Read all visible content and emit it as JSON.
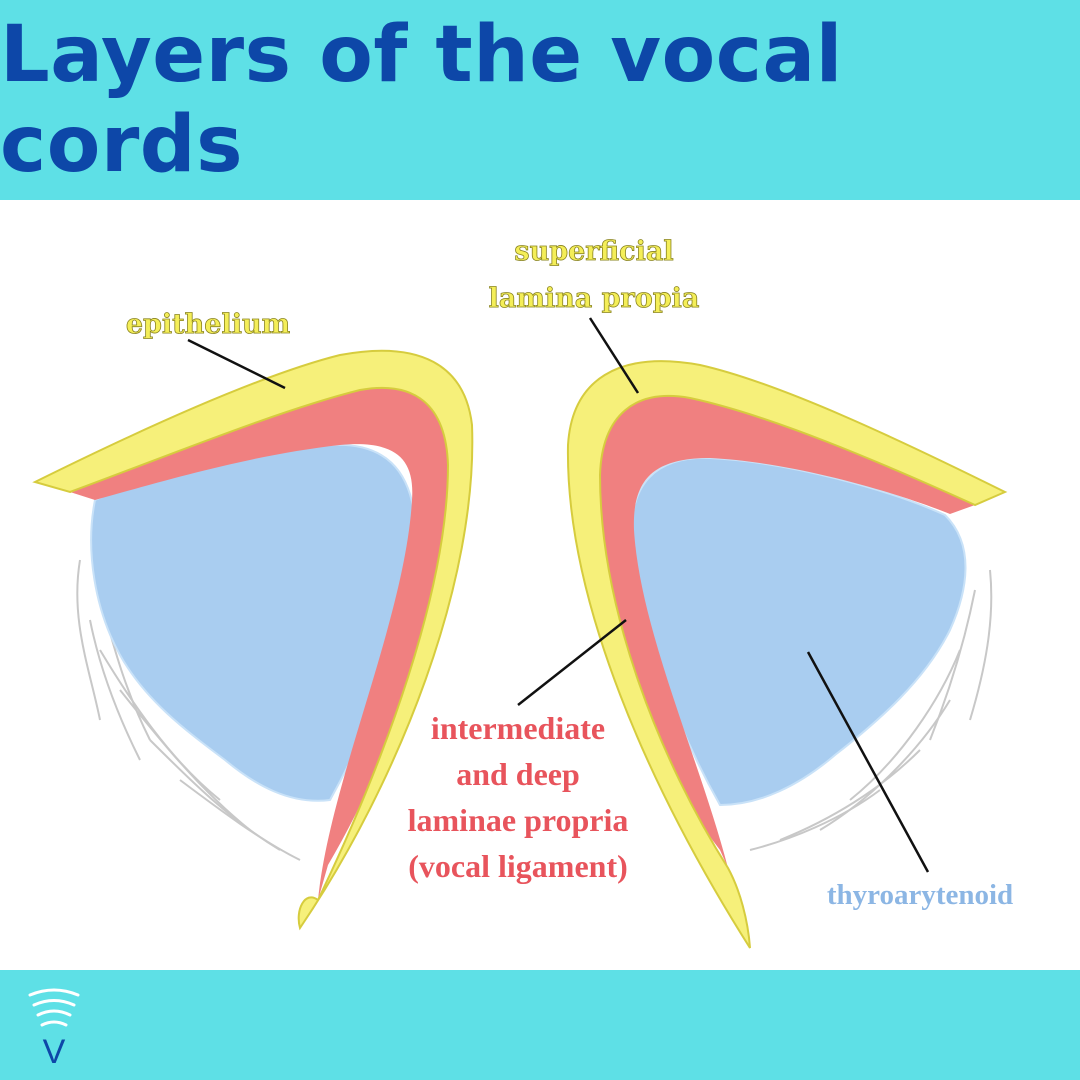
{
  "header": {
    "title": "Layers of the vocal cords"
  },
  "diagram": {
    "labels": {
      "epithelium": "epithelium",
      "superficial": [
        "superficial",
        "lamina propia"
      ],
      "intermediate": [
        "intermediate",
        "and deep",
        "laminae propria",
        "(vocal ligament)"
      ],
      "thyroarytenoid": "thyroarytenoid"
    }
  },
  "footer": {
    "logo_letter": "V",
    "logo_icon": "sound-wave-icon"
  },
  "colors": {
    "band": "#5ee0e6",
    "title": "#0d47a8",
    "epithelium": "#f6f07a",
    "epithelium_outline": "#d6cc3e",
    "lamina": "#f08080",
    "muscle": "#a9cdf0",
    "muscle_stroke": "#c9e2f8",
    "fibers": "#c8c8c8",
    "label_yellow": "#f4ee58",
    "label_red": "#e8545c",
    "label_blue": "#8cb6e4",
    "leader": "#111111",
    "logo": "#0d47a8"
  }
}
